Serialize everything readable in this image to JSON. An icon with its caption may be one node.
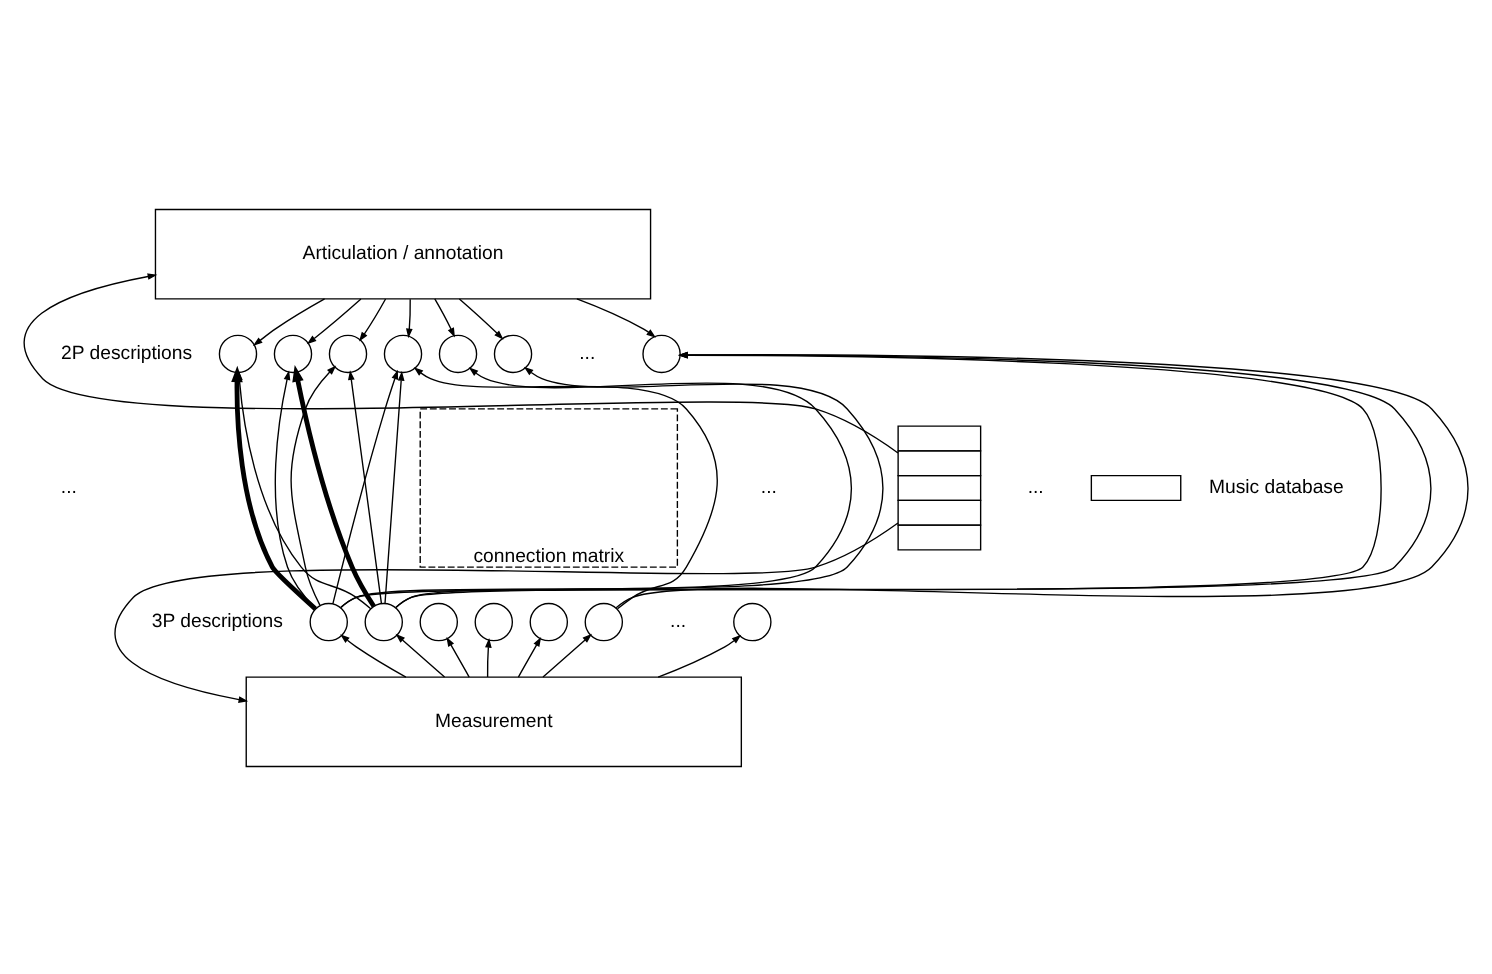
{
  "diagram": {
    "nodes": [
      {
        "text": [
          "Articulation / annotation"
        ]
      },
      {
        "text": [],
        "shape": "circle"
      },
      {
        "text": [],
        "shape": "circle"
      },
      {
        "text": [],
        "shape": "circle"
      },
      {
        "text": [],
        "shape": "circle"
      },
      {
        "text": [],
        "shape": "circle"
      },
      {
        "text": [],
        "shape": "circle"
      },
      {
        "text": [],
        "shape": "circle"
      },
      {
        "text": [
          "connection matrix"
        ]
      },
      {
        "text": [],
        "shape": "circle"
      },
      {
        "text": [],
        "shape": "circle"
      },
      {
        "text": [],
        "shape": "circle"
      },
      {
        "text": [],
        "shape": "circle"
      },
      {
        "text": [],
        "shape": "circle"
      },
      {
        "text": [],
        "shape": "circle"
      },
      {
        "text": [],
        "shape": "circle"
      },
      {
        "text": [
          "Measurement"
        ]
      },
      {
        "text": [],
        "shape": "box"
      },
      {
        "text": [],
        "shape": "box"
      }
    ],
    "edges": [
      {
        "from": 0,
        "to": 1,
        "arrow": "to"
      },
      {
        "from": 0,
        "to": 2,
        "arrow": "to"
      },
      {
        "from": 0,
        "to": 3,
        "arrow": "to"
      },
      {
        "from": 0,
        "to": 4,
        "arrow": "to"
      },
      {
        "from": 0,
        "to": 5,
        "arrow": "to"
      },
      {
        "from": 0,
        "to": 6,
        "arrow": "to"
      },
      {
        "from": 0,
        "to": 7,
        "arrow": "to"
      },
      {
        "from": 16,
        "to": 9,
        "arrow": "to"
      },
      {
        "from": 16,
        "to": 10,
        "arrow": "to"
      },
      {
        "from": 16,
        "to": 11,
        "arrow": "to"
      },
      {
        "from": 16,
        "to": 12,
        "arrow": "to"
      },
      {
        "from": 16,
        "to": 13,
        "arrow": "to"
      },
      {
        "from": 16,
        "to": 14,
        "arrow": "to"
      },
      {
        "from": 16,
        "to": 15,
        "arrow": "to"
      },
      {
        "from": 9,
        "to": 1,
        "arrow": "to",
        "style": "thick"
      },
      {
        "from": 9,
        "to": 2,
        "arrow": "to"
      },
      {
        "from": 9,
        "to": 3,
        "arrow": "to"
      },
      {
        "from": 9,
        "to": 4,
        "arrow": "to"
      },
      {
        "from": 9,
        "to": 5,
        "arrow": "to"
      },
      {
        "from": 9,
        "to": 7,
        "arrow": "to"
      },
      {
        "from": 10,
        "to": 1,
        "arrow": "to"
      },
      {
        "from": 10,
        "to": 2,
        "arrow": "to",
        "style": "thick"
      },
      {
        "from": 10,
        "to": 3,
        "arrow": "to"
      },
      {
        "from": 10,
        "to": 4,
        "arrow": "to"
      },
      {
        "from": 10,
        "to": 6,
        "arrow": "to"
      },
      {
        "from": 10,
        "to": 7,
        "arrow": "to"
      },
      {
        "from": 14,
        "to": 4,
        "arrow": "to"
      },
      {
        "from": 14,
        "to": 7,
        "arrow": "to"
      },
      {
        "from": 17,
        "to": 0,
        "arrow": "to"
      },
      {
        "from": 17,
        "to": 16,
        "arrow": "to"
      }
    ],
    "labels": [
      "2P descriptions",
      "...",
      "...",
      "...",
      "3P descriptions",
      "...",
      "...",
      "Music database"
    ]
  }
}
